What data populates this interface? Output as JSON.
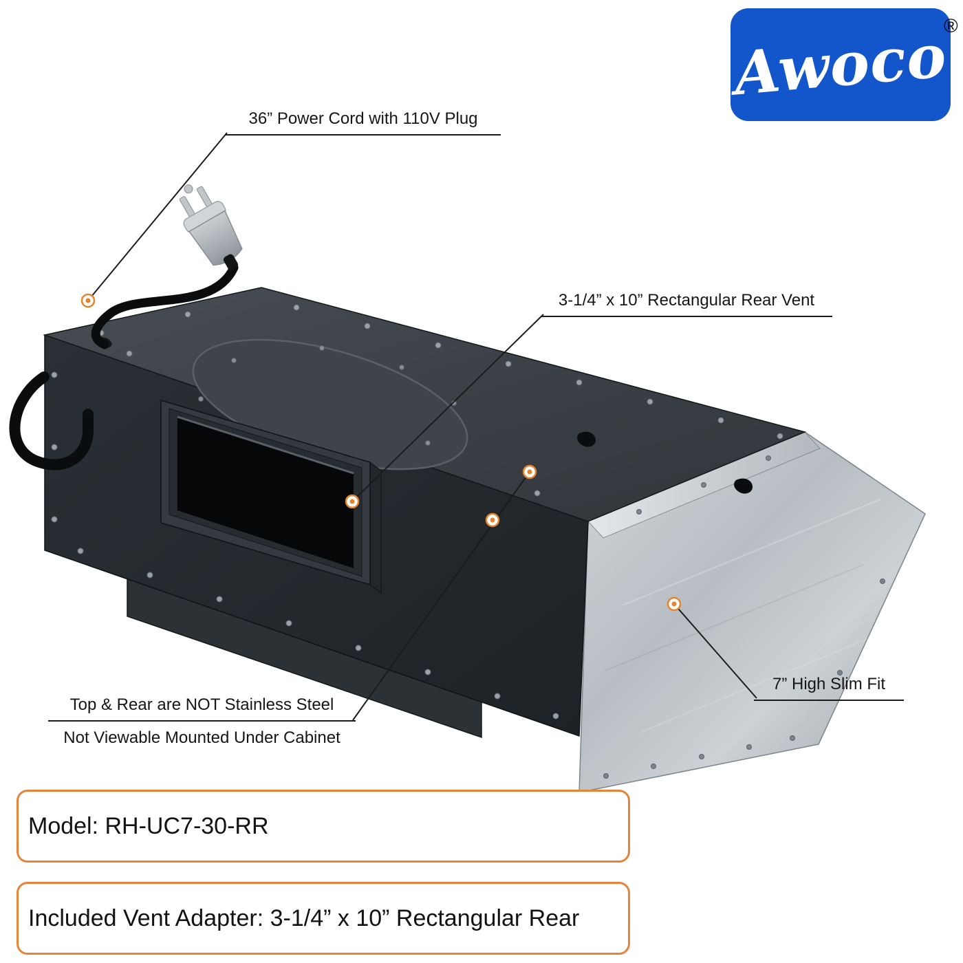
{
  "logo": {
    "brand": "Awoco",
    "registered": "®"
  },
  "callouts": {
    "power_cord": {
      "label": "36” Power Cord with 110V Plug"
    },
    "rear_vent": {
      "label": "3-1/4” x 10” Rectangular Rear Vent"
    },
    "slim_fit": {
      "label": "7” High Slim Fit"
    },
    "not_stainless": {
      "line1": "Top & Rear are NOT Stainless Steel",
      "line2": "Not Viewable Mounted Under Cabinet"
    }
  },
  "info_boxes": {
    "model": "Model: RH-UC7-30-RR",
    "vent_adapter": "Included Vent Adapter: 3-1/4” x 10” Rectangular Rear"
  },
  "colors": {
    "logo_blue": "#1355CB",
    "accent_orange": "#E8843A",
    "marker_orange": "#E8822C",
    "steel_gray": "#B9BFC4",
    "hood_dark": "#32373C"
  }
}
